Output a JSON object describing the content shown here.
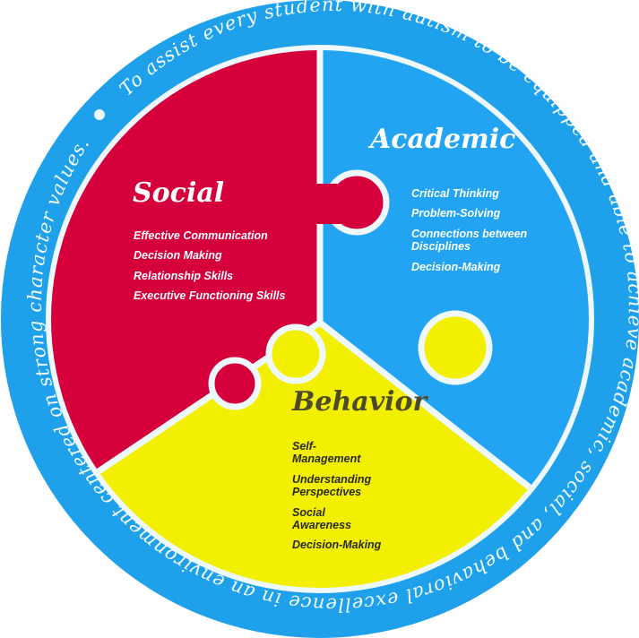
{
  "ring_text": "To assist every student with autism to be equipped and able to achieve academic, social, and behavioral excellence in an environment centered on strong character values.",
  "colors": {
    "ring": "#1ea0ea",
    "social": "#d5003b",
    "academic": "#23a4f2",
    "behavior": "#f2ef00",
    "behavior_text": "#4d4a2a"
  },
  "social": {
    "title": "Social",
    "items": [
      "Effective Communication",
      "Decision Making",
      "Relationship Skills",
      "Executive Functioning Skills"
    ]
  },
  "academic": {
    "title": "Academic",
    "items": [
      "Critical Thinking",
      "Problem-Solving",
      "Connections between Disciplines",
      "Decision-Making"
    ]
  },
  "behavior": {
    "title": "Behavior",
    "items": [
      "Self-Management",
      "Understanding Perspectives",
      "Social Awareness",
      "Decision-Making"
    ]
  }
}
